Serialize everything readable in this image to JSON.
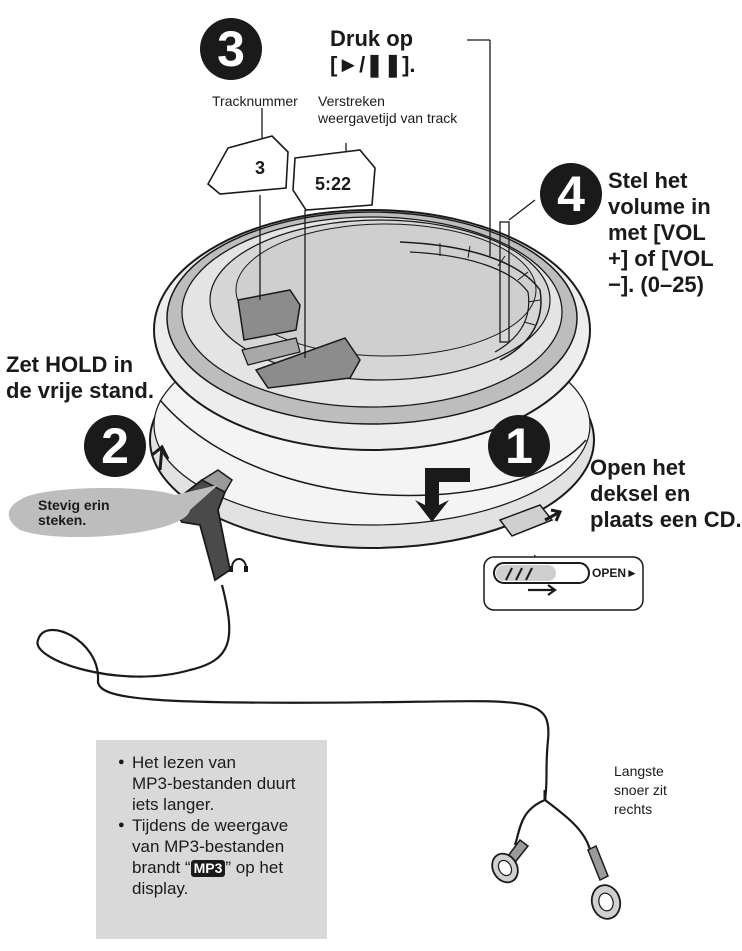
{
  "steps": {
    "step1": {
      "number": "1",
      "text_lines": [
        "Open het",
        "deksel en",
        "plaats een CD."
      ]
    },
    "step2": {
      "number": "2",
      "text_lines": [
        "Zet HOLD in",
        "de vrije stand."
      ]
    },
    "step3": {
      "number": "3",
      "text_lines": [
        "Druk op",
        "[►/❚❚]."
      ]
    },
    "step4": {
      "number": "4",
      "text_lines": [
        "Stel het",
        "volume in",
        "met [VOL",
        "+] of [VOL",
        "−]. (0–25)"
      ]
    }
  },
  "display_labels": {
    "track_label": "Tracknummer",
    "track_value": "3",
    "elapsed_label_lines": [
      "Verstreken",
      "weergavetijd van track"
    ],
    "elapsed_value": "5:22"
  },
  "bubble_text_lines": [
    "Stevig erin",
    "steken."
  ],
  "open_switch": {
    "label": "OPEN►"
  },
  "cord_note_lines": [
    "Langste",
    "snoer zit",
    "rechts"
  ],
  "notes": {
    "item1_lines": [
      "Het lezen van",
      "MP3-bestanden duurt",
      "iets langer."
    ],
    "item2_lines": [
      "Tijdens de weergave",
      "van MP3-bestanden"
    ],
    "item2_before": "brandt “",
    "item2_badge": "MP3",
    "item2_after": "” op het",
    "item2_end": "display."
  },
  "colors": {
    "ink": "#1a1a1a",
    "body_light": "#ececec",
    "body_mid": "#bdbdbd",
    "body_dark": "#9a9a9a",
    "note_bg": "#d9d9d9"
  }
}
